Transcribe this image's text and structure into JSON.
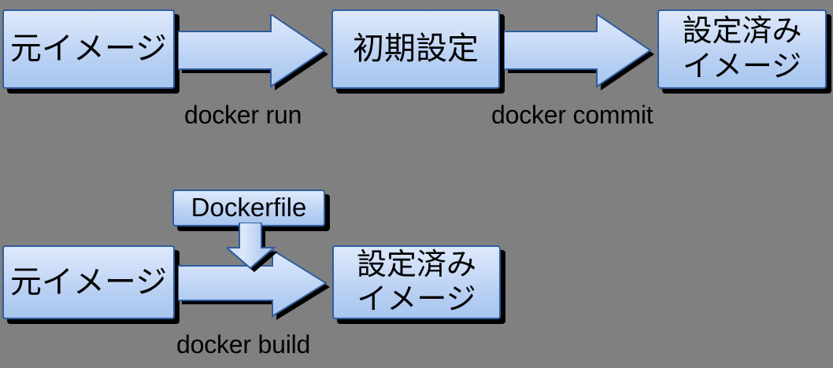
{
  "diagram": {
    "title": "Docker image creation workflows",
    "background_color": "#808080",
    "node_fill_top": "#dce8fb",
    "node_fill_bottom": "#a8c6ef",
    "node_border_color": "#2f5d9e",
    "shadow_color": "#000000",
    "text_color": "#000000"
  },
  "flow_top": {
    "name": "docker run then docker commit",
    "source_image": "元イメージ",
    "initial_setup": "初期設定",
    "configured_image": "設定済み\nイメージ",
    "label_run": "docker run",
    "label_commit": "docker commit",
    "arrow_run": "arrow-right",
    "arrow_commit": "arrow-right"
  },
  "flow_bottom": {
    "name": "docker build with Dockerfile",
    "dockerfile": "Dockerfile",
    "source_image": "元イメージ",
    "configured_image": "設定済み\nイメージ",
    "label_build": "docker build",
    "arrow_build": "arrow-right",
    "arrow_dockerfile": "arrow-down"
  }
}
